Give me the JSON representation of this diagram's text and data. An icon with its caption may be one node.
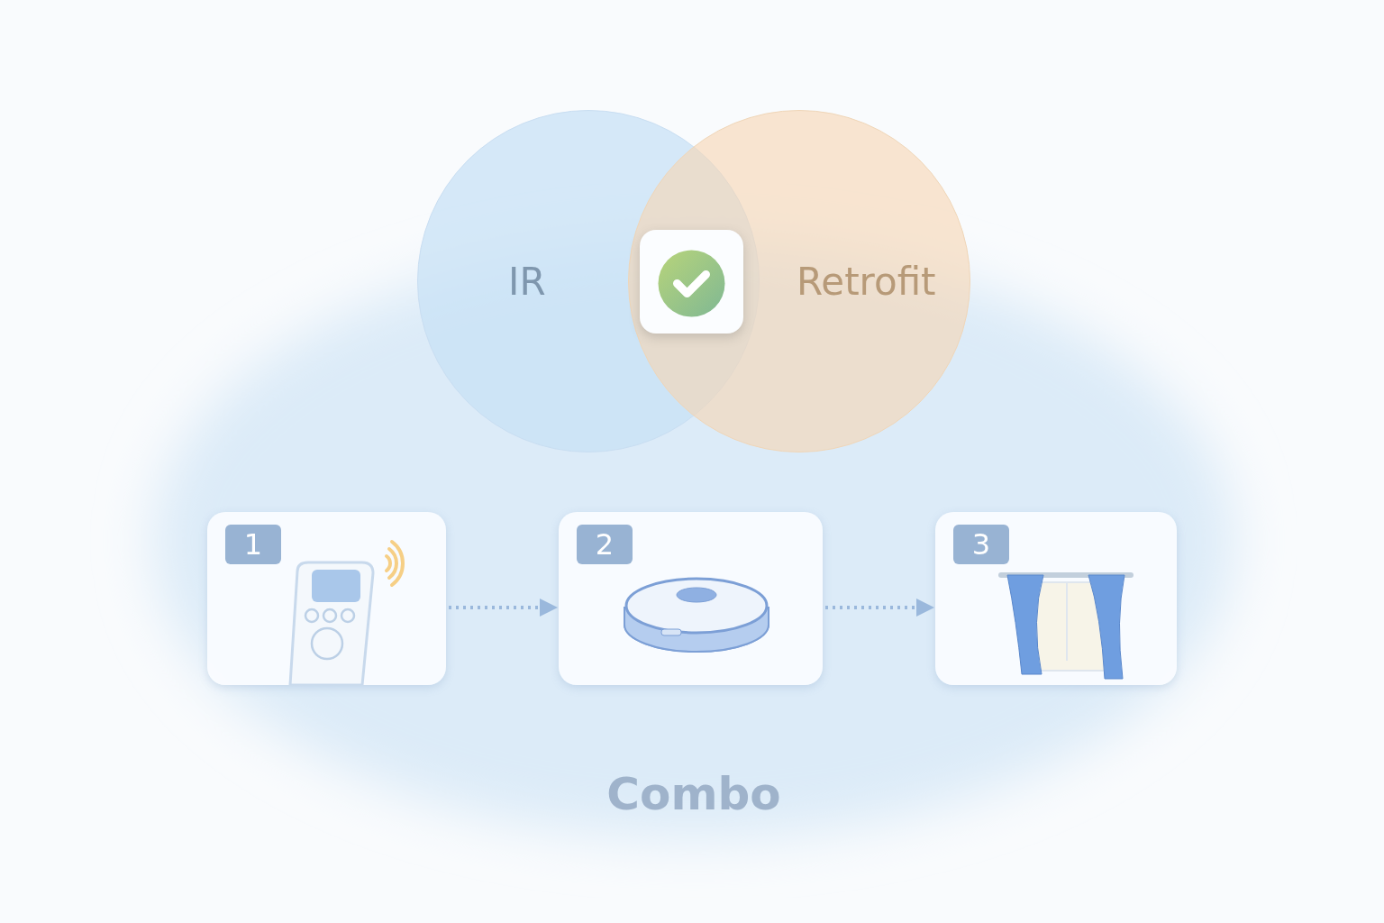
{
  "diagram": {
    "nodes": [
      {
        "text": [
          "IR"
        ]
      },
      {
        "text": [
          "Retrofit"
        ]
      },
      {
        "text": [],
        "shape": "box"
      },
      {
        "text": [
          "1"
        ]
      },
      {
        "text": [
          "2"
        ]
      },
      {
        "text": [
          "3"
        ]
      }
    ],
    "edges": [
      {
        "from": 3,
        "to": 4,
        "arrow": "to",
        "style": "dashed"
      },
      {
        "from": 4,
        "to": 5,
        "arrow": "to",
        "style": "dashed"
      }
    ],
    "labels": [
      "Combo"
    ]
  }
}
